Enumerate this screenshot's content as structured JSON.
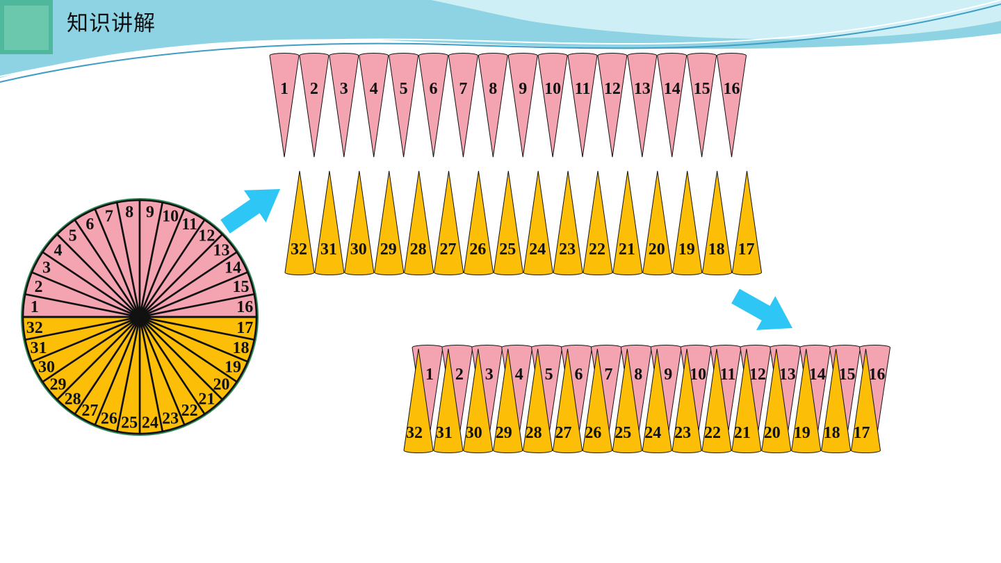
{
  "header": {
    "title": "知识讲解"
  },
  "colors": {
    "upper_half": "#F4A3B1",
    "lower_half": "#FDBE07",
    "arrow": "#2EC7F5",
    "header_band": "#8ED3E4",
    "outline": "#111111"
  },
  "circle": {
    "upper_labels": [
      "1",
      "2",
      "3",
      "4",
      "5",
      "6",
      "7",
      "8",
      "9",
      "10",
      "11",
      "12",
      "13",
      "14",
      "15",
      "16"
    ],
    "lower_labels": [
      "17",
      "18",
      "19",
      "20",
      "21",
      "22",
      "23",
      "24",
      "25",
      "26",
      "27",
      "28",
      "29",
      "30",
      "31",
      "32"
    ]
  },
  "row_top": {
    "labels": [
      "1",
      "2",
      "3",
      "4",
      "5",
      "6",
      "7",
      "8",
      "9",
      "10",
      "11",
      "12",
      "13",
      "14",
      "15",
      "16"
    ]
  },
  "row_middle": {
    "labels": [
      "32",
      "31",
      "30",
      "29",
      "28",
      "27",
      "26",
      "25",
      "24",
      "23",
      "22",
      "21",
      "20",
      "19",
      "18",
      "17"
    ]
  },
  "row_bottom": {
    "pink_labels": [
      "1",
      "2",
      "3",
      "4",
      "5",
      "6",
      "7",
      "8",
      "9",
      "10",
      "11",
      "12",
      "13",
      "14",
      "15",
      "16"
    ],
    "yellow_labels": [
      "32",
      "31",
      "30",
      "29",
      "28",
      "27",
      "26",
      "25",
      "24",
      "23",
      "22",
      "21",
      "20",
      "19",
      "18",
      "17"
    ]
  }
}
